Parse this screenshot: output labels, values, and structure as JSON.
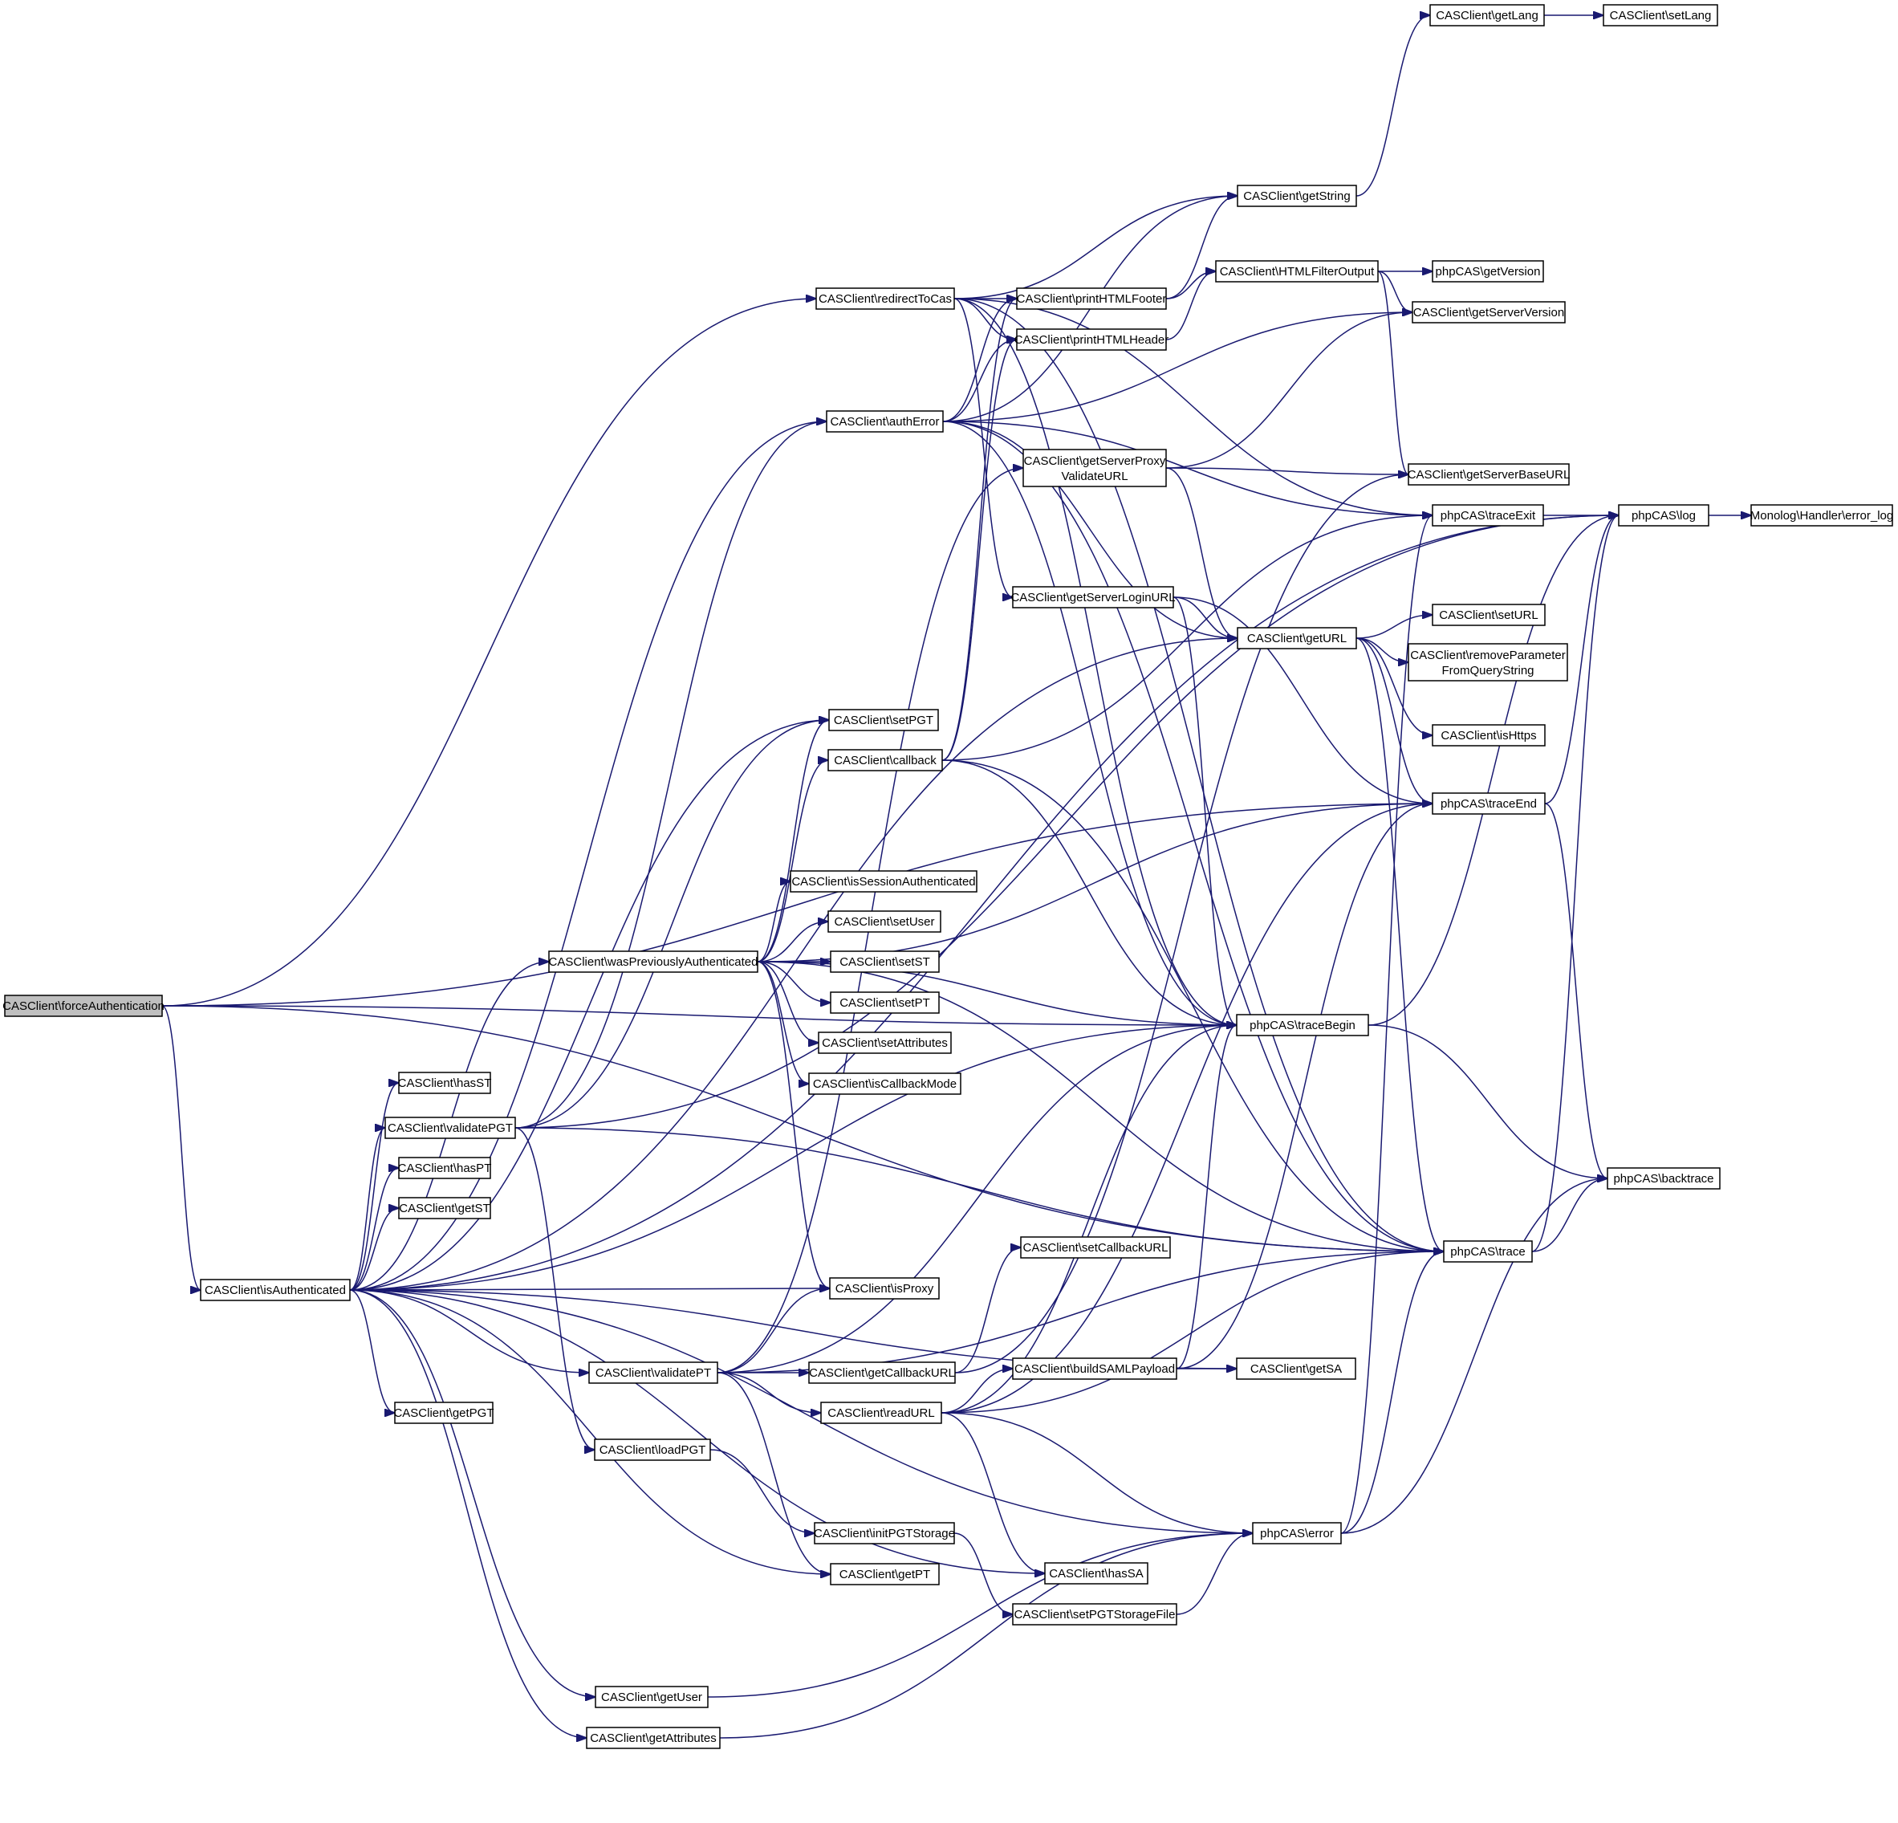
{
  "diagram": {
    "nodes": [
      {
        "id": "forceAuthentication",
        "label": "CASClient\\forceAuthentication",
        "root": true
      },
      {
        "id": "isAuthenticated",
        "label": "CASClient\\isAuthenticated"
      },
      {
        "id": "redirectToCas",
        "label": "CASClient\\redirectToCas"
      },
      {
        "id": "authError",
        "label": "CASClient\\authError"
      },
      {
        "id": "setPGT",
        "label": "CASClient\\setPGT"
      },
      {
        "id": "callback",
        "label": "CASClient\\callback"
      },
      {
        "id": "isSessionAuthenticated",
        "label": "CASClient\\isSessionAuthenticated"
      },
      {
        "id": "setUser",
        "label": "CASClient\\setUser"
      },
      {
        "id": "wasPreviouslyAuthenticated",
        "label": "CASClient\\wasPreviouslyAuthenticated"
      },
      {
        "id": "setST",
        "label": "CASClient\\setST"
      },
      {
        "id": "setPT",
        "label": "CASClient\\setPT"
      },
      {
        "id": "setAttributes",
        "label": "CASClient\\setAttributes"
      },
      {
        "id": "isCallbackMode",
        "label": "CASClient\\isCallbackMode"
      },
      {
        "id": "hasST",
        "label": "CASClient\\hasST"
      },
      {
        "id": "validatePGT",
        "label": "CASClient\\validatePGT"
      },
      {
        "id": "hasPT",
        "label": "CASClient\\hasPT"
      },
      {
        "id": "getST",
        "label": "CASClient\\getST"
      },
      {
        "id": "isProxy",
        "label": "CASClient\\isProxy"
      },
      {
        "id": "validatePT",
        "label": "CASClient\\validatePT"
      },
      {
        "id": "getCallbackURL",
        "label": "CASClient\\getCallbackURL"
      },
      {
        "id": "getPGT",
        "label": "CASClient\\getPGT"
      },
      {
        "id": "loadPGT",
        "label": "CASClient\\loadPGT"
      },
      {
        "id": "readURL",
        "label": "CASClient\\readURL"
      },
      {
        "id": "initPGTStorage",
        "label": "CASClient\\initPGTStorage"
      },
      {
        "id": "getPT",
        "label": "CASClient\\getPT"
      },
      {
        "id": "getUser",
        "label": "CASClient\\getUser"
      },
      {
        "id": "getAttributes",
        "label": "CASClient\\getAttributes"
      },
      {
        "id": "printHTMLFooter",
        "label": "CASClient\\printHTMLFooter"
      },
      {
        "id": "printHTMLHeader",
        "label": "CASClient\\printHTMLHeader"
      },
      {
        "id": "getServerProxyValidateURL",
        "label": "CASClient\\getServerProxy",
        "label2": "ValidateURL"
      },
      {
        "id": "getServerLoginURL",
        "label": "CASClient\\getServerLoginURL"
      },
      {
        "id": "traceBegin",
        "label": "phpCAS\\traceBegin"
      },
      {
        "id": "setCallbackURL",
        "label": "CASClient\\setCallbackURL"
      },
      {
        "id": "buildSAMLPayload",
        "label": "CASClient\\buildSAMLPayload"
      },
      {
        "id": "hasSA",
        "label": "CASClient\\hasSA"
      },
      {
        "id": "setPGTStorageFile",
        "label": "CASClient\\setPGTStorageFile"
      },
      {
        "id": "getString",
        "label": "CASClient\\getString"
      },
      {
        "id": "HTMLFilterOutput",
        "label": "CASClient\\HTMLFilterOutput"
      },
      {
        "id": "getURL",
        "label": "CASClient\\getURL"
      },
      {
        "id": "getSA",
        "label": "CASClient\\getSA"
      },
      {
        "id": "error",
        "label": "phpCAS\\error"
      },
      {
        "id": "getLang",
        "label": "CASClient\\getLang"
      },
      {
        "id": "setLang",
        "label": "CASClient\\setLang"
      },
      {
        "id": "getVersion",
        "label": "phpCAS\\getVersion"
      },
      {
        "id": "getServerVersion",
        "label": "CASClient\\getServerVersion"
      },
      {
        "id": "getServerBaseURL",
        "label": "CASClient\\getServerBaseURL"
      },
      {
        "id": "traceExit",
        "label": "phpCAS\\traceExit"
      },
      {
        "id": "setURL",
        "label": "CASClient\\setURL"
      },
      {
        "id": "removeParameterFromQueryString",
        "label": "CASClient\\removeParameter",
        "label2": "FromQueryString"
      },
      {
        "id": "isHttps",
        "label": "CASClient\\isHttps"
      },
      {
        "id": "traceEnd",
        "label": "phpCAS\\traceEnd"
      },
      {
        "id": "trace",
        "label": "phpCAS\\trace"
      },
      {
        "id": "log",
        "label": "phpCAS\\log"
      },
      {
        "id": "backtrace",
        "label": "phpCAS\\backtrace"
      },
      {
        "id": "error_log",
        "label": "Monolog\\Handler\\error_log"
      }
    ],
    "edges": [
      [
        "forceAuthentication",
        "redirectToCas"
      ],
      [
        "forceAuthentication",
        "isAuthenticated"
      ],
      [
        "forceAuthentication",
        "traceBegin"
      ],
      [
        "forceAuthentication",
        "traceEnd"
      ],
      [
        "forceAuthentication",
        "trace"
      ],
      [
        "isAuthenticated",
        "log"
      ],
      [
        "isAuthenticated",
        "getURL"
      ],
      [
        "isAuthenticated",
        "setPGT"
      ],
      [
        "isAuthenticated",
        "authError"
      ],
      [
        "isAuthenticated",
        "wasPreviouslyAuthenticated"
      ],
      [
        "isAuthenticated",
        "traceBegin"
      ],
      [
        "isAuthenticated",
        "hasST"
      ],
      [
        "isAuthenticated",
        "validatePGT"
      ],
      [
        "isAuthenticated",
        "hasPT"
      ],
      [
        "isAuthenticated",
        "getST"
      ],
      [
        "isAuthenticated",
        "isProxy"
      ],
      [
        "isAuthenticated",
        "validatePT"
      ],
      [
        "isAuthenticated",
        "getPGT"
      ],
      [
        "isAuthenticated",
        "getPT"
      ],
      [
        "isAuthenticated",
        "hasSA"
      ],
      [
        "isAuthenticated",
        "getSA"
      ],
      [
        "isAuthenticated",
        "error"
      ],
      [
        "isAuthenticated",
        "getUser"
      ],
      [
        "isAuthenticated",
        "getAttributes"
      ],
      [
        "redirectToCas",
        "printHTMLFooter"
      ],
      [
        "redirectToCas",
        "printHTMLHeader"
      ],
      [
        "redirectToCas",
        "getString"
      ],
      [
        "redirectToCas",
        "traceExit"
      ],
      [
        "redirectToCas",
        "getServerLoginURL"
      ],
      [
        "redirectToCas",
        "traceBegin"
      ],
      [
        "redirectToCas",
        "trace"
      ],
      [
        "authError",
        "printHTMLFooter"
      ],
      [
        "authError",
        "printHTMLHeader"
      ],
      [
        "authError",
        "getString"
      ],
      [
        "authError",
        "getServerVersion"
      ],
      [
        "authError",
        "traceExit"
      ],
      [
        "authError",
        "getURL"
      ],
      [
        "authError",
        "traceBegin"
      ],
      [
        "authError",
        "trace"
      ],
      [
        "wasPreviouslyAuthenticated",
        "setPGT"
      ],
      [
        "wasPreviouslyAuthenticated",
        "callback"
      ],
      [
        "wasPreviouslyAuthenticated",
        "isSessionAuthenticated"
      ],
      [
        "wasPreviouslyAuthenticated",
        "setUser"
      ],
      [
        "wasPreviouslyAuthenticated",
        "setST"
      ],
      [
        "wasPreviouslyAuthenticated",
        "setPT"
      ],
      [
        "wasPreviouslyAuthenticated",
        "setAttributes"
      ],
      [
        "wasPreviouslyAuthenticated",
        "isCallbackMode"
      ],
      [
        "wasPreviouslyAuthenticated",
        "isProxy"
      ],
      [
        "wasPreviouslyAuthenticated",
        "traceBegin"
      ],
      [
        "wasPreviouslyAuthenticated",
        "traceEnd"
      ],
      [
        "wasPreviouslyAuthenticated",
        "trace"
      ],
      [
        "callback",
        "printHTMLFooter"
      ],
      [
        "callback",
        "printHTMLHeader"
      ],
      [
        "callback",
        "traceExit"
      ],
      [
        "callback",
        "traceBegin"
      ],
      [
        "callback",
        "trace"
      ],
      [
        "validatePGT",
        "log"
      ],
      [
        "validatePGT",
        "authError"
      ],
      [
        "validatePGT",
        "setPGT"
      ],
      [
        "validatePGT",
        "loadPGT"
      ],
      [
        "validatePGT",
        "trace"
      ],
      [
        "validatePT",
        "isProxy"
      ],
      [
        "validatePT",
        "getCallbackURL"
      ],
      [
        "validatePT",
        "readURL"
      ],
      [
        "validatePT",
        "getServerProxyValidateURL"
      ],
      [
        "validatePT",
        "getPT"
      ],
      [
        "validatePT",
        "traceBegin"
      ],
      [
        "validatePT",
        "trace"
      ],
      [
        "getCallbackURL",
        "setCallbackURL"
      ],
      [
        "getCallbackURL",
        "getServerBaseURL"
      ],
      [
        "loadPGT",
        "initPGTStorage"
      ],
      [
        "initPGTStorage",
        "setPGTStorageFile"
      ],
      [
        "setPGTStorageFile",
        "error"
      ],
      [
        "readURL",
        "buildSAMLPayload"
      ],
      [
        "readURL",
        "hasSA"
      ],
      [
        "readURL",
        "error"
      ],
      [
        "readURL",
        "traceBegin"
      ],
      [
        "readURL",
        "traceEnd"
      ],
      [
        "readURL",
        "trace"
      ],
      [
        "buildSAMLPayload",
        "getSA"
      ],
      [
        "buildSAMLPayload",
        "traceBegin"
      ],
      [
        "buildSAMLPayload",
        "traceEnd"
      ],
      [
        "getUser",
        "error"
      ],
      [
        "getAttributes",
        "error"
      ],
      [
        "printHTMLFooter",
        "HTMLFilterOutput"
      ],
      [
        "printHTMLFooter",
        "getString"
      ],
      [
        "printHTMLHeader",
        "HTMLFilterOutput"
      ],
      [
        "getServerProxyValidateURL",
        "getServerBaseURL"
      ],
      [
        "getServerProxyValidateURL",
        "getServerVersion"
      ],
      [
        "getServerProxyValidateURL",
        "getURL"
      ],
      [
        "getServerLoginURL",
        "getURL"
      ],
      [
        "getServerLoginURL",
        "traceBegin"
      ],
      [
        "getServerLoginURL",
        "traceEnd"
      ],
      [
        "getString",
        "getLang"
      ],
      [
        "getLang",
        "setLang"
      ],
      [
        "HTMLFilterOutput",
        "getVersion"
      ],
      [
        "HTMLFilterOutput",
        "getServerVersion"
      ],
      [
        "HTMLFilterOutput",
        "getServerBaseURL"
      ],
      [
        "getURL",
        "setURL"
      ],
      [
        "getURL",
        "removeParameterFromQueryString"
      ],
      [
        "getURL",
        "isHttps"
      ],
      [
        "getURL",
        "traceEnd"
      ],
      [
        "getURL",
        "trace"
      ],
      [
        "traceBegin",
        "log"
      ],
      [
        "traceBegin",
        "backtrace"
      ],
      [
        "traceExit",
        "log"
      ],
      [
        "traceEnd",
        "log"
      ],
      [
        "traceEnd",
        "backtrace"
      ],
      [
        "trace",
        "log"
      ],
      [
        "trace",
        "backtrace"
      ],
      [
        "error",
        "traceExit"
      ],
      [
        "error",
        "trace"
      ],
      [
        "error",
        "backtrace"
      ],
      [
        "log",
        "error_log"
      ]
    ]
  }
}
